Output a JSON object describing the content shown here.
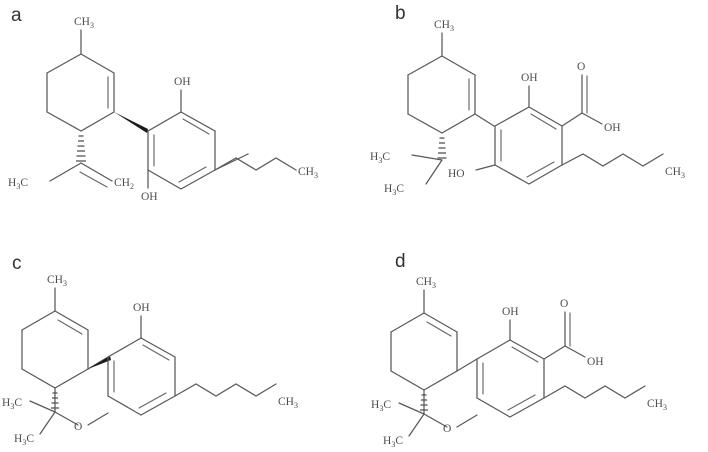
{
  "figure": {
    "caption_panels": [
      "a",
      "b",
      "c",
      "d"
    ],
    "background_color": "#ffffff",
    "bond_color": "#595959",
    "text_color": "#4d4d4d",
    "wedge_color": "#1a1a1a"
  },
  "panels": [
    {
      "id": "a",
      "label": "a",
      "compound": "cannabidiol",
      "labels": {
        "methyl_top": "CH",
        "methyl_top_sub": "3",
        "isopropenyl_methyl": "H",
        "isopropenyl_methyl_sub": "3",
        "isopropenyl_methyl_tail": "C",
        "exo_methylene": "CH",
        "exo_methylene_sub": "2",
        "hydroxyl_top": "OH",
        "hydroxyl_bottom": "OH",
        "pentyl_terminus": "CH",
        "pentyl_terminus_sub": "3"
      }
    },
    {
      "id": "b",
      "label": "b",
      "compound": "cannabidiolic acid",
      "labels": {
        "methyl_top": "CH",
        "methyl_top_sub": "3",
        "isopropyl_methyl_upper": "H",
        "isopropyl_methyl_upper_sub": "3",
        "isopropyl_methyl_upper_tail": "C",
        "isopropyl_methyl_lower": "H",
        "isopropyl_methyl_lower_sub": "3",
        "isopropyl_methyl_lower_tail": "C",
        "hydroxyl_top": "OH",
        "hydroxyl_left": "HO",
        "carbonyl_oxygen": "O",
        "carboxyl_hydroxyl": "OH",
        "pentyl_terminus": "CH",
        "pentyl_terminus_sub": "3"
      }
    },
    {
      "id": "c",
      "label": "c",
      "compound": "tetrahydrocannabinol",
      "labels": {
        "methyl_top": "CH",
        "methyl_top_sub": "3",
        "gem_methyl_left": "H",
        "gem_methyl_left_sub": "3",
        "gem_methyl_left_tail": "C",
        "gem_methyl_bottom": "H",
        "gem_methyl_bottom_sub": "3",
        "gem_methyl_bottom_tail": "C",
        "pyran_oxygen": "O",
        "hydroxyl_top": "OH",
        "pentyl_terminus": "CH",
        "pentyl_terminus_sub": "3"
      }
    },
    {
      "id": "d",
      "label": "d",
      "compound": "tetrahydrocannabinolic acid",
      "labels": {
        "methyl_top": "CH",
        "methyl_top_sub": "3",
        "gem_methyl_left": "H",
        "gem_methyl_left_sub": "3",
        "gem_methyl_left_tail": "C",
        "gem_methyl_bottom": "H",
        "gem_methyl_bottom_sub": "3",
        "gem_methyl_bottom_tail": "C",
        "pyran_oxygen": "O",
        "hydroxyl_top": "OH",
        "carbonyl_oxygen": "O",
        "carboxyl_hydroxyl": "OH",
        "pentyl_terminus": "CH",
        "pentyl_terminus_sub": "3"
      }
    }
  ]
}
